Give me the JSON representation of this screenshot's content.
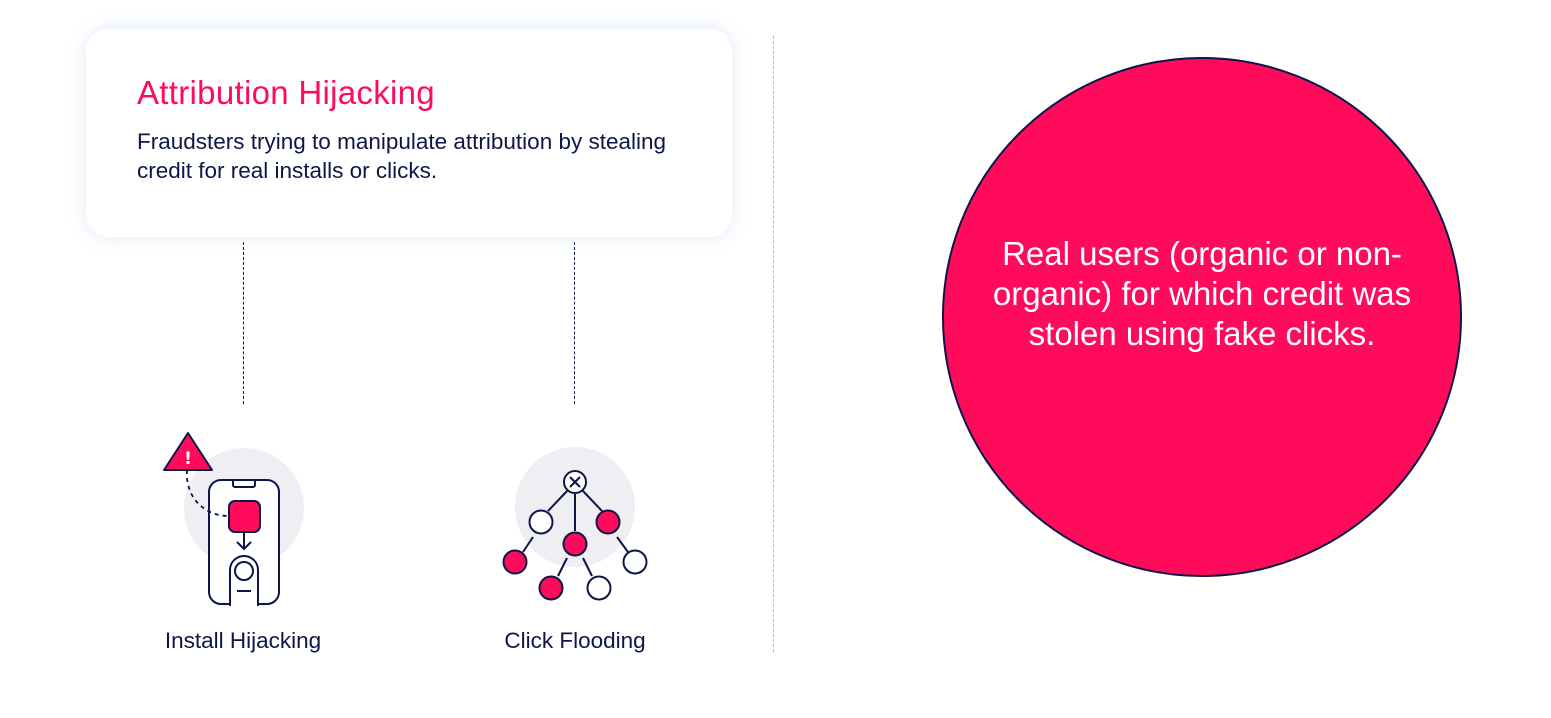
{
  "card": {
    "title": "Attribution Hijacking",
    "description": "Fraudsters trying to manipulate attribution by stealing credit for real installs or clicks."
  },
  "items": [
    {
      "label": "Install Hijacking",
      "icon": "install-hijacking-icon"
    },
    {
      "label": "Click Flooding",
      "icon": "click-flooding-icon"
    }
  ],
  "circle": {
    "text": "Real users (organic or non-organic) for which credit was stolen using fake clicks."
  },
  "colors": {
    "accent": "#ff0b5c",
    "navy": "#0e1548",
    "icon_bg": "#eeeef3",
    "divider": "#b9bcc8"
  }
}
